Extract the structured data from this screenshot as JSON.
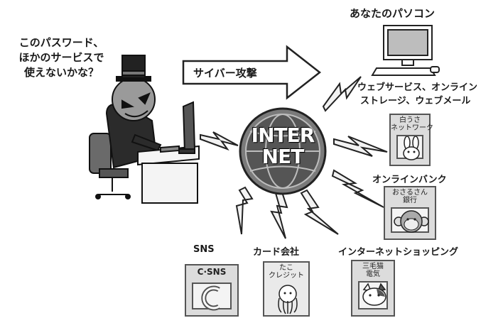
{
  "hacker": {
    "speech_lines": [
      "このパスワード、",
      "ほかのサービスで",
      "使えないかな？"
    ]
  },
  "attack_arrow": {
    "label": "サイバー攻撃"
  },
  "internet": {
    "line1": "INTER",
    "line2": "NET"
  },
  "pc": {
    "label": "あなたのパソコン"
  },
  "web_services": {
    "lines": [
      "ウェブサービス、オンライン",
      "ストレージ、ウェブメール"
    ]
  },
  "cards": {
    "rabbit": {
      "title_lines": [
        "白うさ",
        "ネットワーク"
      ],
      "icon": "rabbit-icon"
    },
    "monkey": {
      "title_lines": [
        "おさるさん",
        "銀行"
      ],
      "icon": "monkey-icon"
    },
    "sns": {
      "title_lines": [
        "C·SNS"
      ],
      "icon": "letter-c-icon"
    },
    "octopus": {
      "title_lines": [
        "たこ",
        "クレジット"
      ],
      "icon": "octopus-icon"
    },
    "cat": {
      "title_lines": [
        "三毛猫",
        "電気"
      ],
      "icon": "cat-icon"
    }
  },
  "labels": {
    "online_bank": "オンラインバンク",
    "sns": "SNS",
    "card_company": "カード会社",
    "internet_shopping": "インターネットショッピング"
  },
  "colors": {
    "ink": "#1a1a1a",
    "globe_dark": "#3a3a3a",
    "card_bg": "#dcdcdc"
  }
}
